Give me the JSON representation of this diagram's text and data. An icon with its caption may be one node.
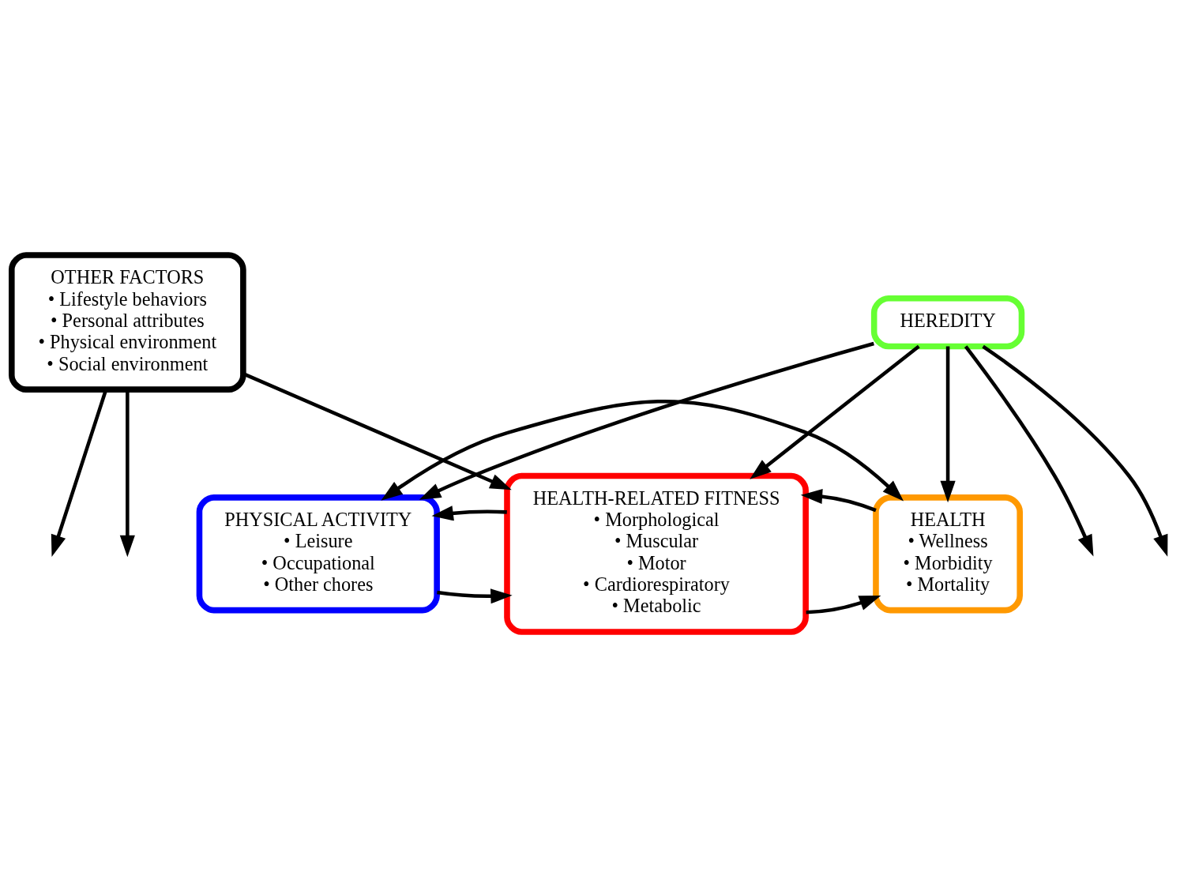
{
  "diagram": {
    "nodes": [
      {
        "text": [
          "HEREDITY"
        ]
      },
      {
        "text": [
          "PHYSICAL ACTIVITY",
          "• Leisure",
          "• Occupational",
          "• Other chores"
        ]
      },
      {
        "text": [
          "HEALTH-RELATED FITNESS",
          "• Morphological",
          "• Muscular",
          "• Motor",
          "• Cardiorespiratory",
          "• Metabolic"
        ]
      },
      {
        "text": [
          "HEALTH",
          "• Wellness",
          "• Morbidity",
          "• Mortality"
        ]
      },
      {
        "text": [
          "OTHER FACTORS",
          "• Lifestyle behaviors",
          "• Personal attributes",
          "• Physical environment",
          "• Social environment"
        ]
      }
    ],
    "edges": [
      {
        "from": 1,
        "to": 3,
        "arrow": "both"
      },
      {
        "from": 0,
        "to": 1,
        "arrow": "to"
      },
      {
        "from": 0,
        "to": null,
        "arrow": "to"
      },
      {
        "from": 0,
        "to": 2,
        "arrow": "to"
      },
      {
        "from": 0,
        "to": null,
        "arrow": "to"
      },
      {
        "from": 0,
        "to": 3,
        "arrow": "to"
      },
      {
        "from": 1,
        "to": 2,
        "arrow": "to"
      },
      {
        "from": 2,
        "to": 1,
        "arrow": "to"
      },
      {
        "from": 2,
        "to": 3,
        "arrow": "to"
      },
      {
        "from": 3,
        "to": 2,
        "arrow": "to"
      },
      {
        "from": 4,
        "to": null,
        "arrow": "to"
      },
      {
        "from": 4,
        "to": 2,
        "arrow": "to"
      },
      {
        "from": 4,
        "to": null,
        "arrow": "to"
      }
    ]
  }
}
